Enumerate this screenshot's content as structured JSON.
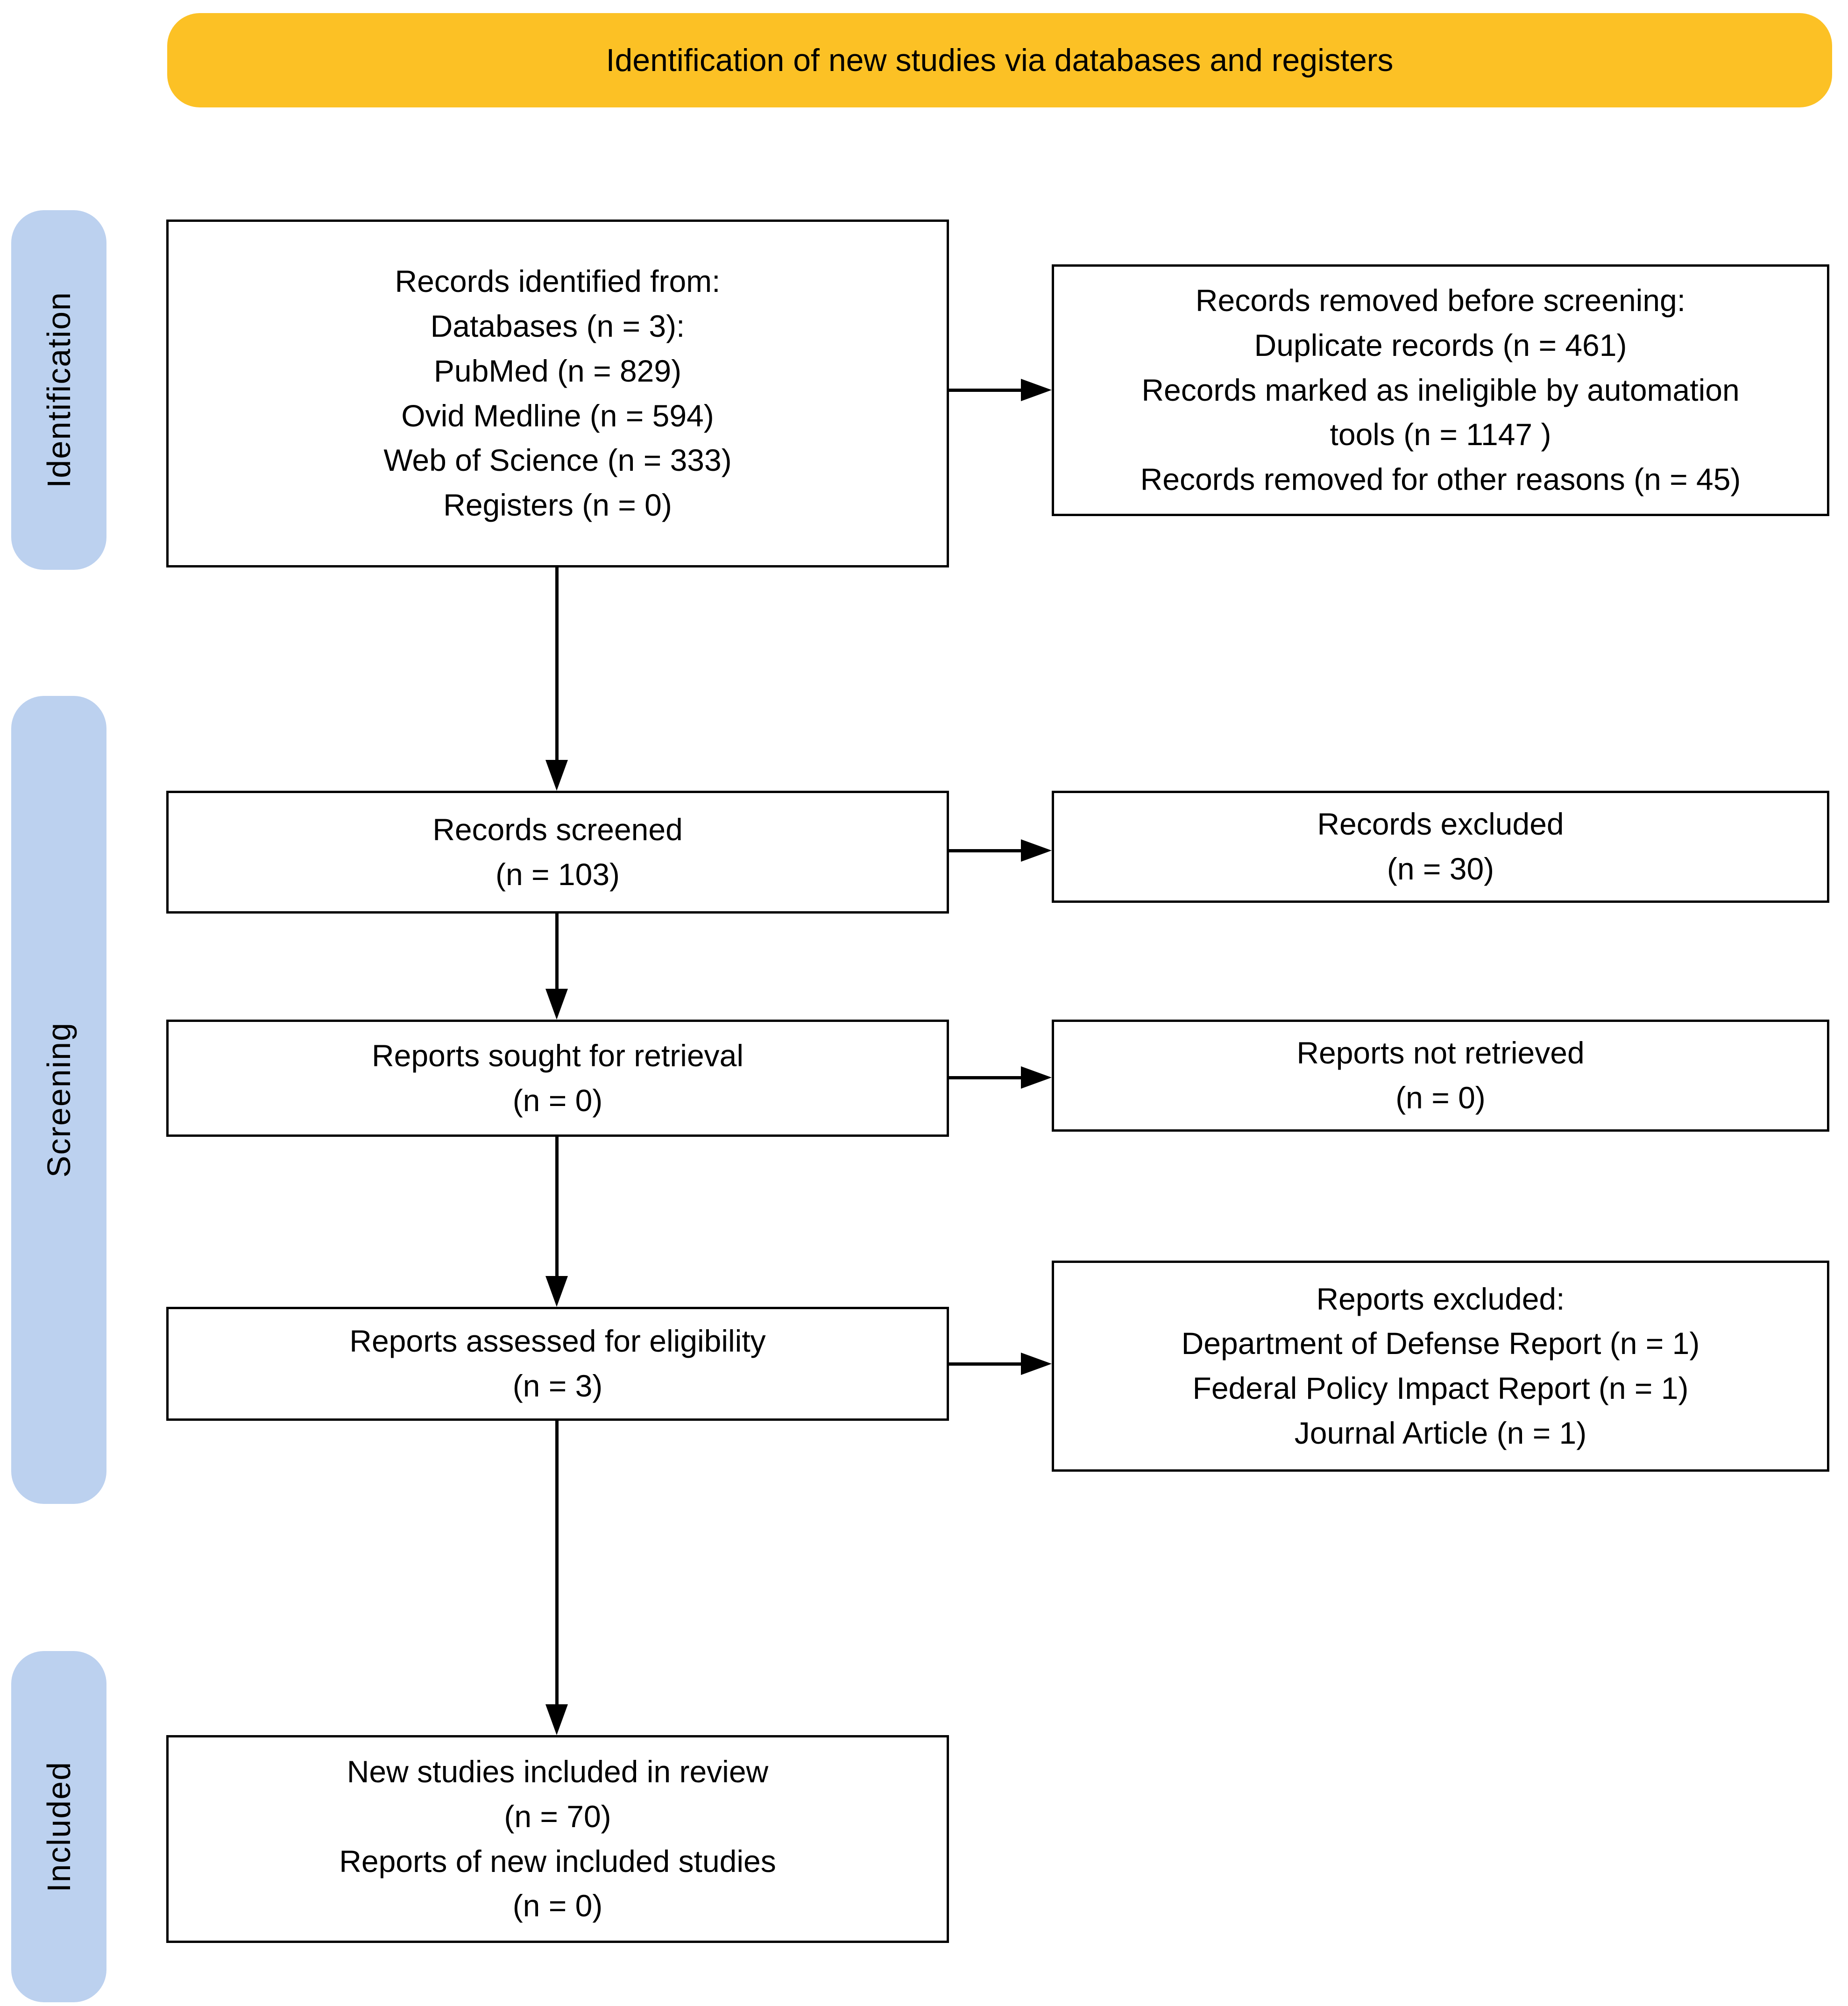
{
  "banner": {
    "label": "Identification of new studies via databases and registers"
  },
  "colors": {
    "banner_bg": "#FCC125",
    "stage_bg": "#BCD1EF",
    "box_border": "#000000",
    "text": "#000000"
  },
  "stages": [
    {
      "label": "Identification"
    },
    {
      "label": "Screening"
    },
    {
      "label": "Included"
    }
  ],
  "boxes": {
    "identified": {
      "lines": [
        "Records identified from:",
        "Databases (n = 3):",
        "PubMed (n = 829)",
        "Ovid Medline (n = 594)",
        "Web of Science (n = 333)",
        "Registers (n = 0)"
      ]
    },
    "removed": {
      "lines": [
        "Records removed before screening:",
        "Duplicate records (n = 461)",
        "Records marked as ineligible by automation",
        "tools (n = 1147 )",
        "Records removed for other reasons (n = 45)"
      ]
    },
    "screened": {
      "lines": [
        "Records screened",
        "(n = 103)"
      ]
    },
    "records_excluded": {
      "lines": [
        "Records excluded",
        "(n = 30)"
      ]
    },
    "sought": {
      "lines": [
        "Reports sought for retrieval",
        "(n = 0)"
      ]
    },
    "not_retrieved": {
      "lines": [
        "Reports not retrieved",
        "(n = 0)"
      ]
    },
    "assessed": {
      "lines": [
        "Reports assessed for eligibility",
        "(n = 3)"
      ]
    },
    "reports_excluded": {
      "lines": [
        "Reports excluded:",
        "Department of Defense Report (n = 1)",
        "Federal Policy Impact Report (n = 1)",
        "Journal Article (n = 1)"
      ]
    },
    "included": {
      "lines": [
        "New studies included in review",
        "(n = 70)",
        "Reports of new included studies",
        "(n = 0)"
      ]
    }
  }
}
